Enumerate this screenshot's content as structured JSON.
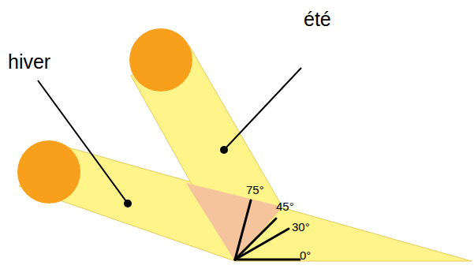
{
  "diagram": {
    "labels": [
      "hiver",
      "été",
      "75°",
      "45°",
      "30°",
      "0°"
    ]
  }
}
